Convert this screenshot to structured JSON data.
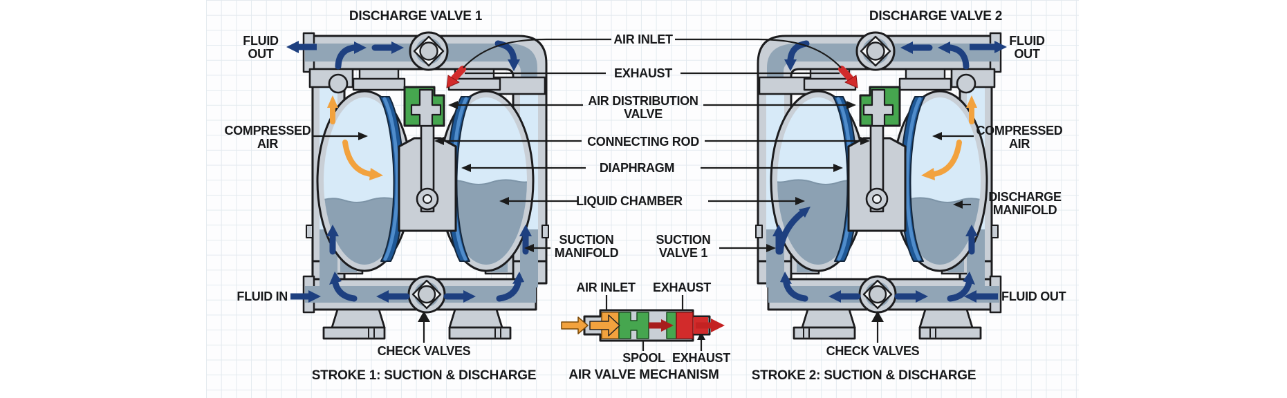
{
  "diagram": {
    "subject": "Air-operated double diaphragm pump operation diagram",
    "stroke1": {
      "discharge_valve": "DISCHARGE VALVE 1",
      "fluid_out_top": "FLUID OUT",
      "compressed_air": "COMPRESSED AIR",
      "fluid_in": "FLUID IN",
      "check_valves": "CHECK VALVES",
      "caption": "STROKE 1: SUCTION & DISCHARGE"
    },
    "stroke2": {
      "discharge_valve": "DISCHARGE VALVE 2",
      "fluid_out_top": "FLUID OUT",
      "compressed_air": "COMPRESSED AIR",
      "discharge_manifold": "DISCHARGE MANIFOLD",
      "fluid_out_bottom": "FLUID OUT",
      "check_valves": "CHECK VALVES",
      "caption": "STROKE 2: SUCTION & DISCHARGE"
    },
    "shared_labels": {
      "air_inlet": "AIR INLET",
      "exhaust": "EXHAUST",
      "air_distribution_valve": "AIR DISTRIBUTION VALVE",
      "connecting_rod": "CONNECTING ROD",
      "diaphragm": "DIAPHRAGM",
      "liquid_chamber": "LIQUID CHAMBER",
      "suction_manifold": "SUCTION MANIFOLD",
      "suction_valve_1": "SUCTION VALVE 1"
    },
    "air_valve_mechanism": {
      "air_inlet": "AIR INLET",
      "exhaust_top": "EXHAUST",
      "spool": "SPOOL",
      "exhaust_bottom": "EXHAUST",
      "caption": "AIR VALVE MECHANISM"
    },
    "colors": {
      "casing_gray": "#C9CFD6",
      "channel_slate": "#91A5B6",
      "air_light_blue": "#D7EAF8",
      "liquid_slate": "#8CA1B3",
      "diaphragm_navy": "#1E5795",
      "diaphragm_light": "#4F8CCB",
      "flow_arrow_navy": "#1E4080",
      "air_arrow_orange": "#F2A23E",
      "valve_green": "#46A64F",
      "exhaust_red": "#D22B2B",
      "outline": "#1C1C1E",
      "grid_line": "#E3EAEF"
    }
  }
}
